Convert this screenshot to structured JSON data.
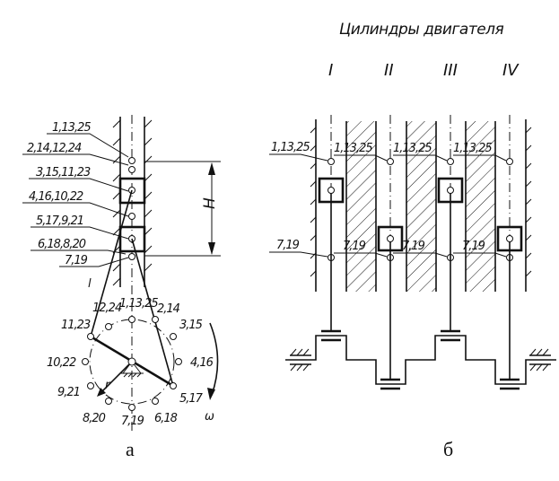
{
  "title": "Цилиндры двигателя",
  "cylinders": [
    "I",
    "II",
    "III",
    "IV"
  ],
  "panel_a": {
    "caption": "а",
    "position_labels": [
      "1,13,25",
      "2,14,12,24",
      "3,15,11,23",
      "4,16,10,22",
      "5,17,9,21",
      "6,18,8,20",
      "7,19"
    ],
    "stroke_label": "H",
    "rod_label": "l",
    "crank_label": "r",
    "omega_label": "ω",
    "crank_circle_labels": [
      "1,13,25",
      "2,14",
      "3,15",
      "4,16",
      "5,17",
      "6,18",
      "7,19",
      "8,20",
      "9,21",
      "10,22",
      "11,23",
      "12,24"
    ]
  },
  "panel_b": {
    "caption": "б",
    "tdc_labels": [
      "1,13,25",
      "1,13,25",
      "1,13,25",
      "1,13,25"
    ],
    "bdc_labels": [
      "7,19",
      "7,19",
      "7,19",
      "7,19"
    ],
    "piston_positions": [
      "top",
      "bottom",
      "top",
      "bottom"
    ]
  }
}
